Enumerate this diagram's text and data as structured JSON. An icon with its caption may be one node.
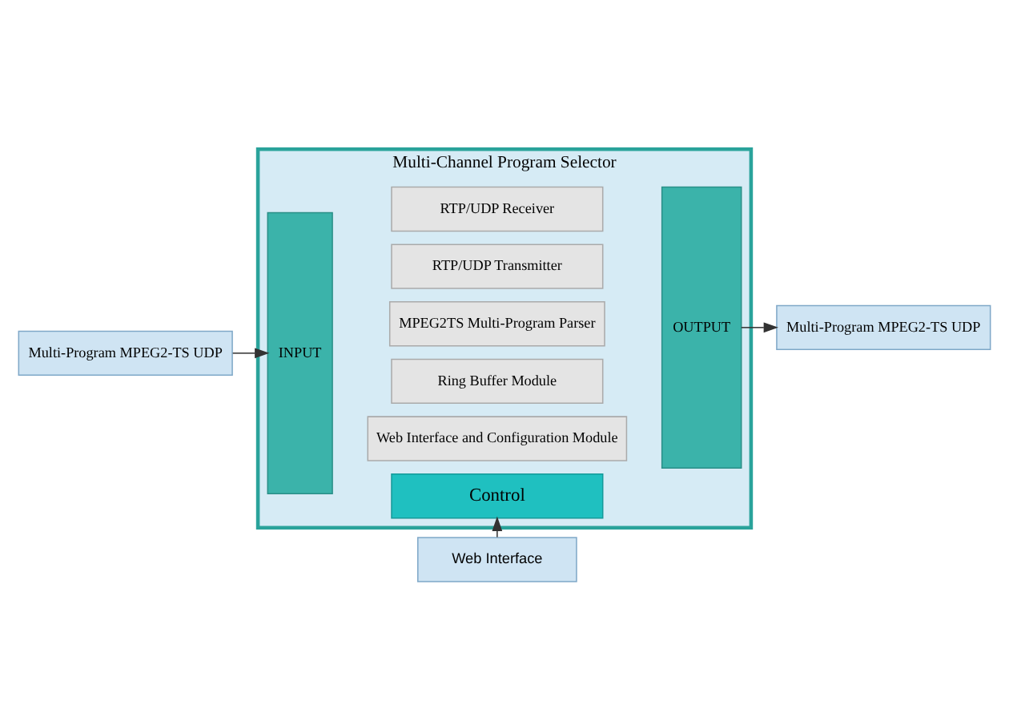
{
  "diagram": {
    "nodes": [
      {
        "text": [
          "Multi-Channel Program Selector"
        ]
      },
      {
        "text": [
          "Multi-Program MPEG2-TS UDP"
        ]
      },
      {
        "text": [
          "INPUT"
        ],
        "in": 0
      },
      {
        "text": [
          "RTP/UDP Receiver"
        ],
        "in": 0
      },
      {
        "text": [
          "RTP/UDP Transmitter"
        ],
        "in": 0
      },
      {
        "text": [
          "MPEG2TS Multi-Program Parser"
        ],
        "in": 0
      },
      {
        "text": [
          "Ring Buffer Module"
        ],
        "in": 0
      },
      {
        "text": [
          "Web Interface and Configuration Module"
        ],
        "in": 0
      },
      {
        "text": [
          "OUTPUT"
        ],
        "in": 0
      },
      {
        "text": [
          "Multi-Program MPEG2-TS UDP"
        ]
      },
      {
        "text": [
          "Control"
        ],
        "in": 0
      },
      {
        "text": [
          "Web Interface"
        ]
      }
    ],
    "edges": [
      {
        "from": 1,
        "to": 2,
        "arrow": "to"
      },
      {
        "from": 8,
        "to": 9,
        "arrow": "to"
      },
      {
        "from": 11,
        "to": 10,
        "arrow": "to"
      }
    ]
  }
}
